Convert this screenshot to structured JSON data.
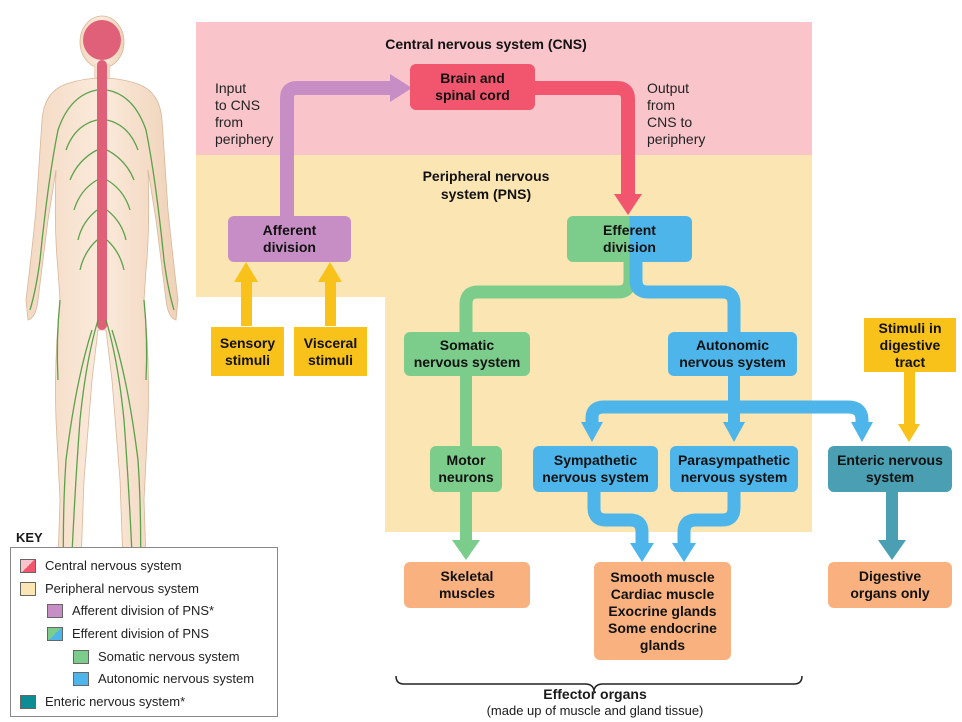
{
  "colors": {
    "cns_bg": "#f9c5cb",
    "pns_bg": "#fbe5b3",
    "cns_box": "#f2566e",
    "afferent": "#c78ec6",
    "somatic": "#7ccd8b",
    "autonomic": "#4db5ea",
    "enteric": "#2aa0a7",
    "stimulus": "#f9c21b",
    "effector": "#f9b27f"
  },
  "headers": {
    "cns": "Central nervous system (CNS)",
    "pns": "Peripheral nervous\nsystem (PNS)"
  },
  "side_labels": {
    "input": "Input\nto CNS\nfrom\nperiphery",
    "output": "Output\nfrom\nCNS to\nperiphery"
  },
  "boxes": {
    "brain": "Brain and\nspinal cord",
    "afferent": "Afferent\ndivision",
    "efferent": "Efferent\ndivision",
    "sensory": "Sensory\nstimuli",
    "visceral": "Visceral\nstimuli",
    "somatic": "Somatic\nnervous system",
    "autonomic": "Autonomic\nnervous system",
    "stimuli_digestive": "Stimuli in\ndigestive\ntract",
    "motor": "Motor\nneurons",
    "sympathetic": "Sympathetic\nnervous system",
    "parasympathetic": "Parasympathetic\nnervous system",
    "enteric": "Enteric nervous\nsystem",
    "skeletal": "Skeletal\nmuscles",
    "smooth": "Smooth muscle\nCardiac muscle\nExocrine glands\nSome endocrine\nglands",
    "digestive": "Digestive\norgans only"
  },
  "effector": {
    "title": "Effector organs",
    "subtitle": "(made up of muscle and gland tissue)"
  },
  "key": {
    "title": "KEY",
    "items": [
      {
        "label": "Central nervous system",
        "color": "#f2566e"
      },
      {
        "label": "Peripheral nervous system",
        "color": "#fbe5b3"
      },
      {
        "label": "Afferent division of PNS*",
        "color": "#c78ec6"
      },
      {
        "label": "Efferent division of PNS",
        "color": "split"
      },
      {
        "label": "Somatic nervous system",
        "color": "#7ccd8b"
      },
      {
        "label": "Autonomic nervous system",
        "color": "#4db5ea"
      },
      {
        "label": "Enteric nervous system*",
        "color": "#0e8c94"
      }
    ]
  }
}
